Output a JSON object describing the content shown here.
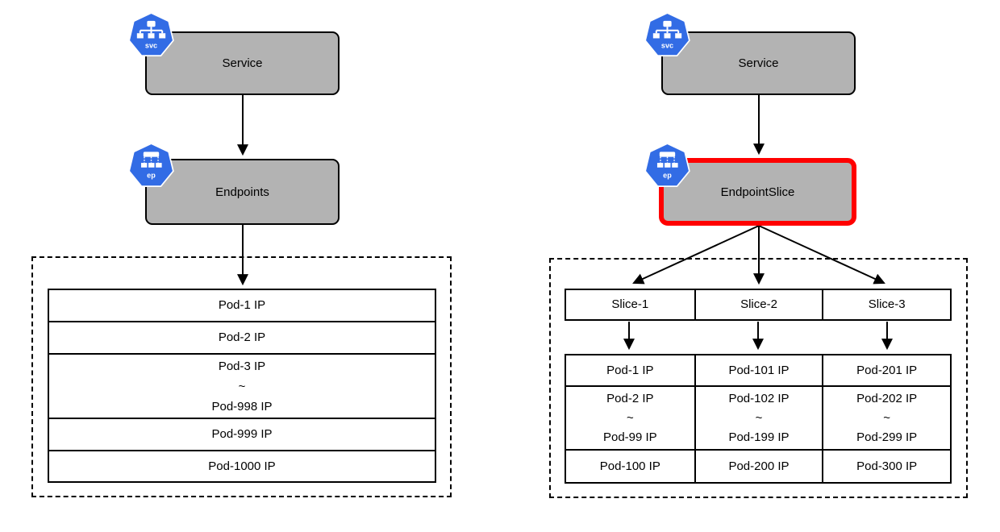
{
  "left_panel": {
    "service": {
      "label": "Service",
      "icon_label": "svc"
    },
    "endpoints": {
      "label": "Endpoints",
      "icon_label": "ep"
    },
    "pod_list_rows": [
      [
        "Pod-1 IP"
      ],
      [
        "Pod-2 IP"
      ],
      [
        "Pod-3 IP",
        "~",
        "Pod-998 IP"
      ],
      [
        "Pod-999 IP"
      ],
      [
        "Pod-1000 IP"
      ]
    ]
  },
  "right_panel": {
    "service": {
      "label": "Service",
      "icon_label": "svc"
    },
    "endpoint_slice": {
      "label": "EndpointSlice",
      "icon_label": "ep"
    },
    "slice_headers": [
      "Slice-1",
      "Slice-2",
      "Slice-3"
    ],
    "pod_grid_rows": [
      [
        [
          "Pod-1 IP"
        ],
        [
          "Pod-101 IP"
        ],
        [
          "Pod-201 IP"
        ]
      ],
      [
        [
          "Pod-2 IP",
          "~",
          "Pod-99 IP"
        ],
        [
          "Pod-102 IP",
          "~",
          "Pod-199 IP"
        ],
        [
          "Pod-202 IP",
          "~",
          "Pod-299 IP"
        ]
      ],
      [
        [
          "Pod-100 IP"
        ],
        [
          "Pod-200 IP"
        ],
        [
          "Pod-300 IP"
        ]
      ]
    ]
  },
  "colors": {
    "box_fill": "#b3b3b3",
    "box_border": "#000000",
    "highlight_border": "#ff0000",
    "k8s_icon_blue": "#326ce5",
    "table_fill": "#ffffff",
    "background": "#ffffff"
  }
}
